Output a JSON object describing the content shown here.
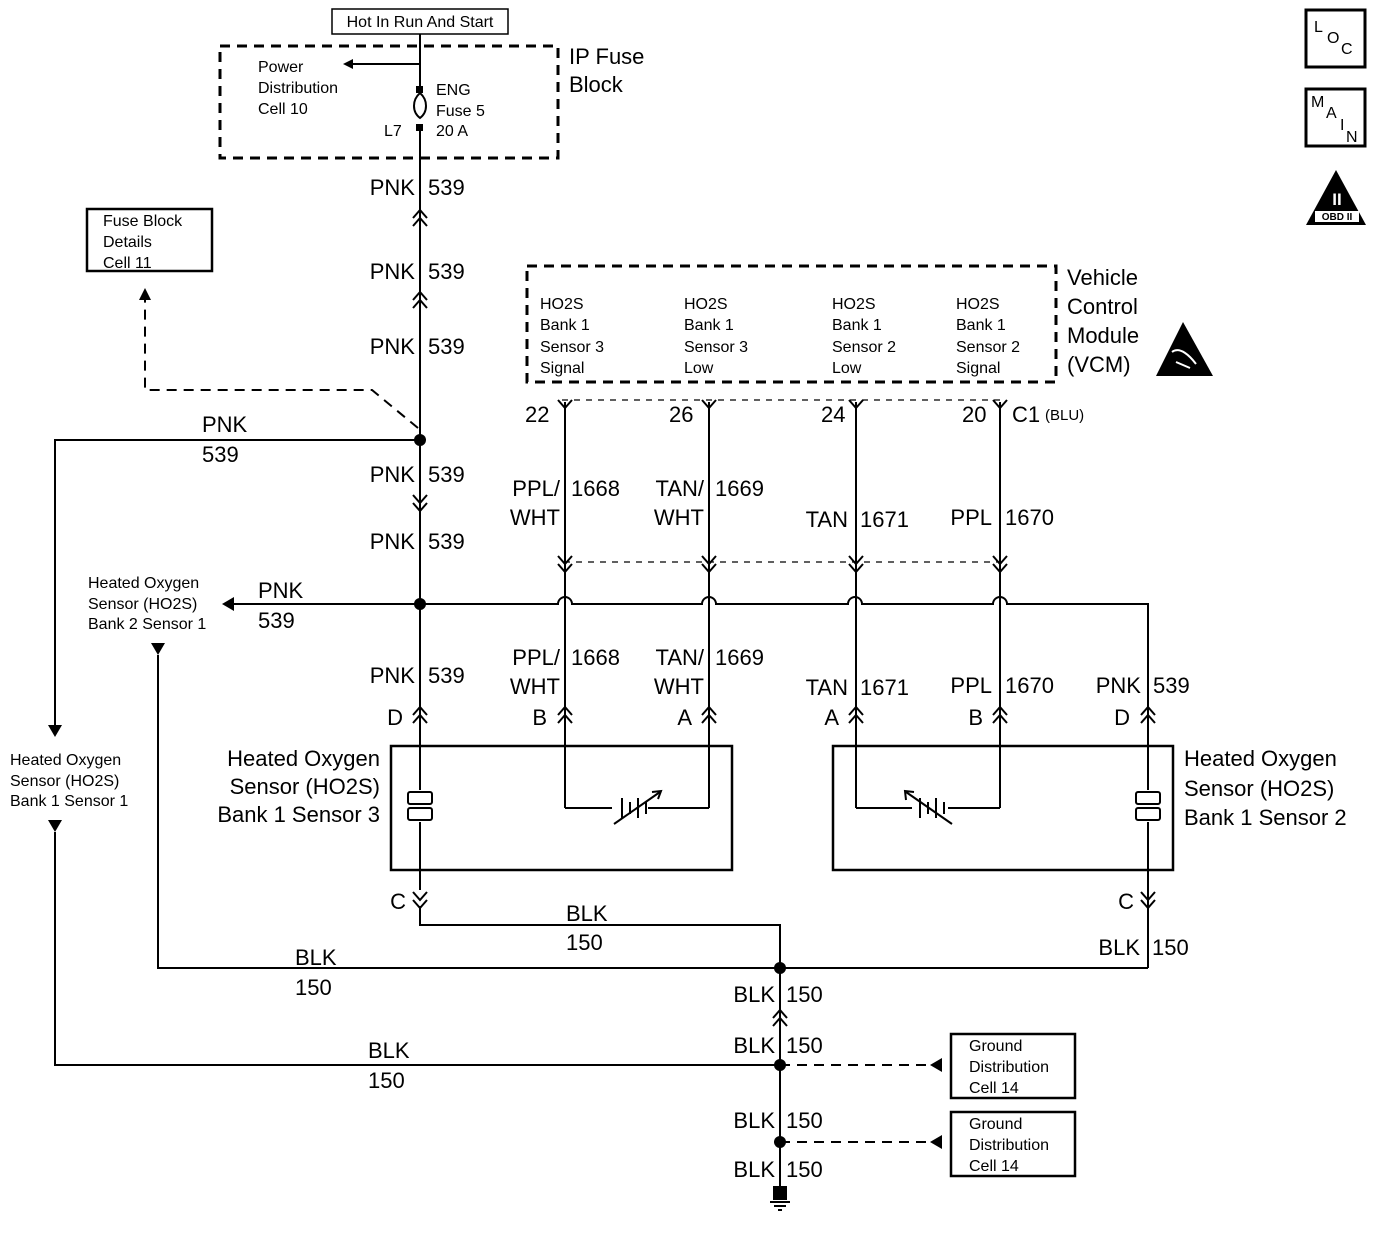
{
  "header": {
    "hot_label": "Hot In Run And Start"
  },
  "fuse_block": {
    "title_line1": "IP Fuse",
    "title_line2": "Block",
    "power_line1": "Power",
    "power_line2": "Distribution",
    "power_line3": "Cell 10",
    "fuse_line1": "ENG",
    "fuse_line2": "Fuse 5",
    "fuse_line3": "20 A",
    "terminal": "L7"
  },
  "fuse_details": {
    "line1": "Fuse Block",
    "line2": "Details",
    "line3": "Cell 11"
  },
  "vcm": {
    "title_line1": "Vehicle",
    "title_line2": "Control",
    "title_line3": "Module",
    "title_line4": "(VCM)",
    "connector": "C1",
    "connector_color": "(BLU)",
    "pins": [
      {
        "pin": "22",
        "l1": "HO2S",
        "l2": "Bank 1",
        "l3": "Sensor 3",
        "l4": "Signal",
        "color": "PPL/",
        "color2": "WHT",
        "circuit": "1668"
      },
      {
        "pin": "26",
        "l1": "HO2S",
        "l2": "Bank 1",
        "l3": "Sensor 3",
        "l4": "Low",
        "color": "TAN/",
        "color2": "WHT",
        "circuit": "1669"
      },
      {
        "pin": "24",
        "l1": "HO2S",
        "l2": "Bank 1",
        "l3": "Sensor 2",
        "l4": "Low",
        "color": "TAN",
        "color2": "",
        "circuit": "1671"
      },
      {
        "pin": "20",
        "l1": "HO2S",
        "l2": "Bank 1",
        "l3": "Sensor 2",
        "l4": "Signal",
        "color": "PPL",
        "color2": "",
        "circuit": "1670"
      }
    ]
  },
  "wires": {
    "pnk": "PNK",
    "c539": "539",
    "blk": "BLK",
    "c150": "150"
  },
  "sensor_bank2_s1": {
    "line1": "Heated Oxygen",
    "line2": "Sensor (HO2S)",
    "line3": "Bank 2 Sensor 1"
  },
  "sensor_bank1_s1": {
    "line1": "Heated Oxygen",
    "line2": "Sensor (HO2S)",
    "line3": "Bank 1 Sensor 1"
  },
  "sensor_s3": {
    "line1": "Heated Oxygen",
    "line2": "Sensor (HO2S)",
    "line3": "Bank 1 Sensor 3",
    "pin_d": "D",
    "pin_b": "B",
    "pin_a": "A",
    "pin_c": "C"
  },
  "sensor_s2": {
    "line1": "Heated Oxygen",
    "line2": "Sensor (HO2S)",
    "line3": "Bank 1 Sensor 2",
    "pin_a": "A",
    "pin_b": "B",
    "pin_d": "D",
    "pin_c": "C"
  },
  "ground1": {
    "line1": "Ground",
    "line2": "Distribution",
    "line3": "Cell 14"
  },
  "ground2": {
    "line1": "Ground",
    "line2": "Distribution",
    "line3": "Cell 14"
  },
  "icons": {
    "loc": {
      "l1": "L",
      "l2": "O",
      "l3": "C"
    },
    "main": {
      "l1": "M",
      "l2": "A",
      "l3": "I",
      "l4": "N"
    },
    "obd": {
      "numeral": "II",
      "label": "OBD II"
    }
  }
}
